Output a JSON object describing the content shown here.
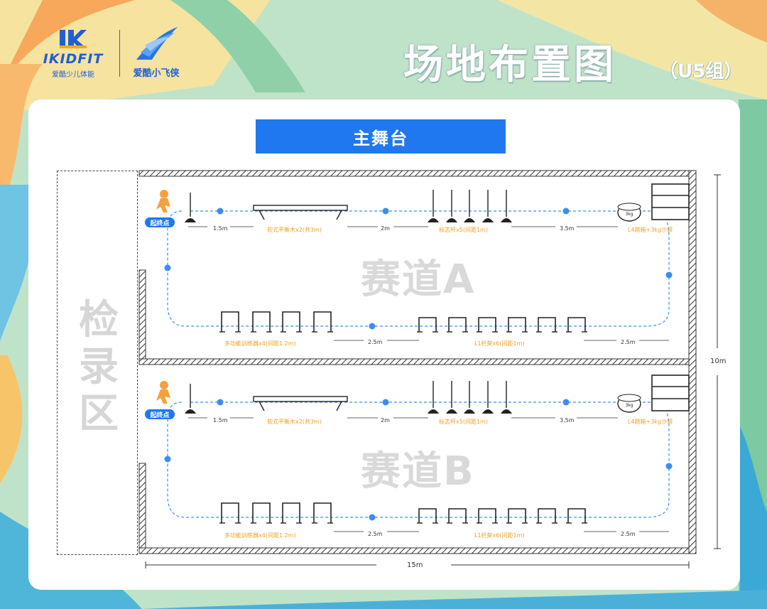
{
  "brand": {
    "name": "IKIDFIT",
    "sub": "爱酷少儿体能",
    "partner": "爱酷小飞侠"
  },
  "header": {
    "title": "场地布置图",
    "subtitle": "（U5组）"
  },
  "stage_label": "主舞台",
  "checkin_label": "检录区",
  "lanes": [
    {
      "name": "赛道A",
      "start_label": "起终点",
      "items": {
        "balance_beam": "软式平衡木x2(共3m)",
        "marker_poles": "标志杆x5(间距1m)",
        "jump_box": "L4跳箱+3kg沙袋",
        "weight": "3kg",
        "trainers": "多功能训练器x4(间距1.2m)",
        "hurdles": "L1栏架x6(间距1m)"
      },
      "distances": {
        "d1": "1.5m",
        "d2": "2m",
        "d3": "3.5m",
        "d4": "2.5m",
        "d5": "2.5m"
      }
    },
    {
      "name": "赛道B",
      "start_label": "起终点",
      "items": {
        "balance_beam": "软式平衡木x2(共3m)",
        "marker_poles": "标志杆x5(间距1m)",
        "jump_box": "L4跳箱+3kg沙袋",
        "weight": "3kg",
        "trainers": "多功能训练器x4(间距1.2m)",
        "hurdles": "L1栏架x6(间距1m)"
      },
      "distances": {
        "d1": "1.5m",
        "d2": "2m",
        "d3": "3.5m",
        "d4": "2.5m",
        "d5": "2.5m"
      }
    }
  ],
  "overall": {
    "width": "15m",
    "height": "10m"
  },
  "colors": {
    "accent": "#1f78f0",
    "label": "#f0a020",
    "path": "#3a8ef0"
  }
}
